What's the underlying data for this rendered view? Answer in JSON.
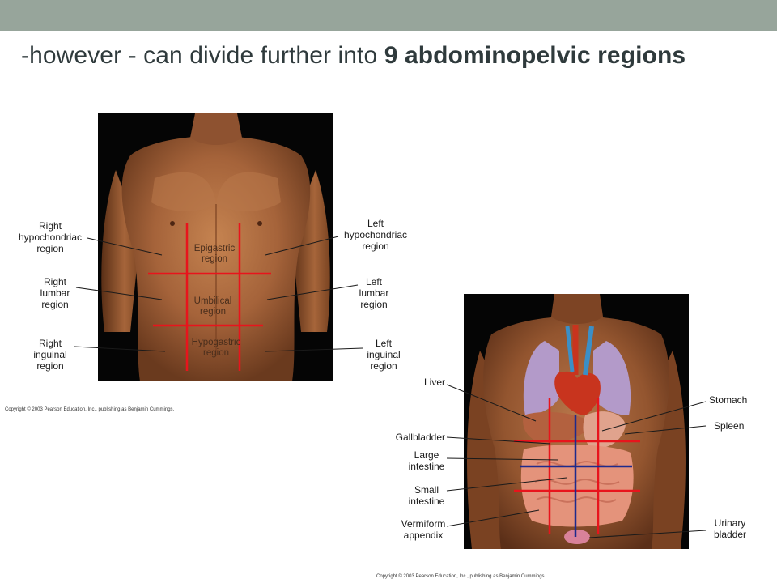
{
  "slide": {
    "title_prefix": "-however - can divide further into ",
    "title_bold": "9 abdominopelvic regions"
  },
  "left_figure": {
    "regions": {
      "epigastric": "Epigastric\nregion",
      "umbilical": "Umbilical\nregion",
      "hypogastric": "Hypogastric\nregion"
    },
    "callouts": {
      "right_hypochondriac": "Right\nhypochondriac\nregion",
      "right_lumbar": "Right\nlumbar\nregion",
      "right_inguinal": "Right\ninguinal\nregion",
      "left_hypochondriac": "Left\nhypochondriac\nregion",
      "left_lumbar": "Left\nlumbar\nregion",
      "left_inguinal": "Left\ninguinal\nregion"
    },
    "copyright": "Copyright © 2003 Pearson Education, Inc., publishing as Benjamin Cummings."
  },
  "right_figure": {
    "callouts": {
      "liver": "Liver",
      "gallbladder": "Gallbladder",
      "large_intestine": "Large\nintestine",
      "small_intestine": "Small\nintestine",
      "appendix": "Vermiform\nappendix",
      "stomach": "Stomach",
      "spleen": "Spleen",
      "bladder": "Urinary\nbladder"
    },
    "copyright": "Copyright © 2003 Pearson Education, Inc., publishing as Benjamin Cummings."
  },
  "colors": {
    "header_bar": "#97a59b",
    "region_line_red": "#e8141c",
    "region_line_blue": "#1e2a8c",
    "skin": "#b06a3c",
    "photo_background": "#050505"
  }
}
